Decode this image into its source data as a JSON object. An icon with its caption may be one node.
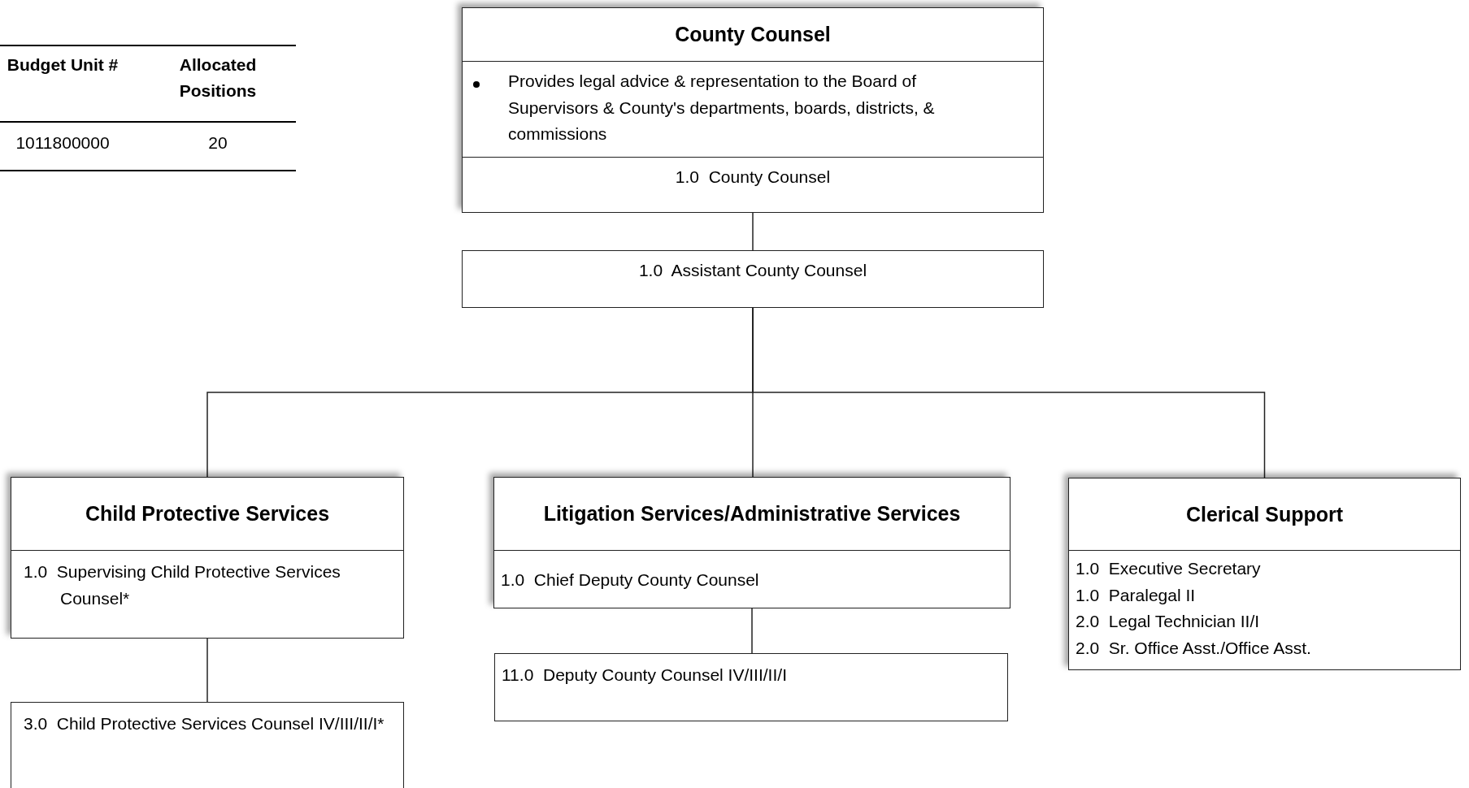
{
  "diagram": {
    "nodes": [
      {
        "text": [
          "County Counsel",
          "Provides legal advice & representation to the Board of Supervisors & County's departments, boards, districts, & commissions",
          "1.0  County Counsel"
        ]
      },
      {
        "text": [
          "1.0  Assistant County Counsel"
        ]
      },
      {
        "text": [
          "Child Protective Services",
          "1.0  Supervising Child Protective Services Counsel*"
        ]
      },
      {
        "text": [
          "3.0  Child Protective Services Counsel IV/III/II/I*"
        ]
      },
      {
        "text": [
          "Litigation Services/Administrative Services",
          "1.0  Chief Deputy County Counsel"
        ]
      },
      {
        "text": [
          "11.0  Deputy County Counsel IV/III/II/I"
        ]
      },
      {
        "text": [
          "Clerical Support",
          "1.0  Executive Secretary",
          "1.0  Paralegal II",
          "2.0  Legal Technician II/I",
          "2.0  Sr. Office Asst./Office Asst."
        ]
      }
    ],
    "edges": [
      {
        "from": 0,
        "to": 1,
        "arrow": "none"
      },
      {
        "from": 1,
        "to": 2,
        "arrow": "none"
      },
      {
        "from": 1,
        "to": 4,
        "arrow": "none"
      },
      {
        "from": 1,
        "to": 6,
        "arrow": "none"
      },
      {
        "from": 2,
        "to": 3,
        "arrow": "none"
      },
      {
        "from": 4,
        "to": 5,
        "arrow": "none"
      }
    ],
    "labels": [
      "Budget Unit #",
      "Allocated Positions",
      "1011800000",
      "20"
    ]
  }
}
